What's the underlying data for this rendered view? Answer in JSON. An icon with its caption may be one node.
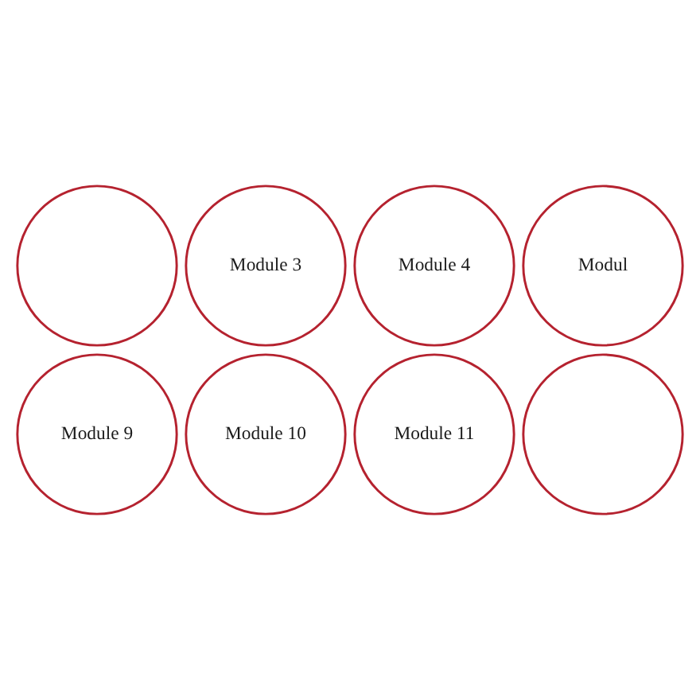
{
  "diagram": {
    "nodes": [
      {
        "text": [],
        "shape": "circle"
      },
      {
        "text": [
          "Module 3"
        ]
      },
      {
        "text": [
          "Module 4"
        ]
      },
      {
        "text": [
          "Modul"
        ]
      },
      {
        "text": [
          "Module 9"
        ]
      },
      {
        "text": [
          "Module 10"
        ]
      },
      {
        "text": [
          "Module 11"
        ]
      },
      {
        "text": [],
        "shape": "circle"
      }
    ]
  }
}
